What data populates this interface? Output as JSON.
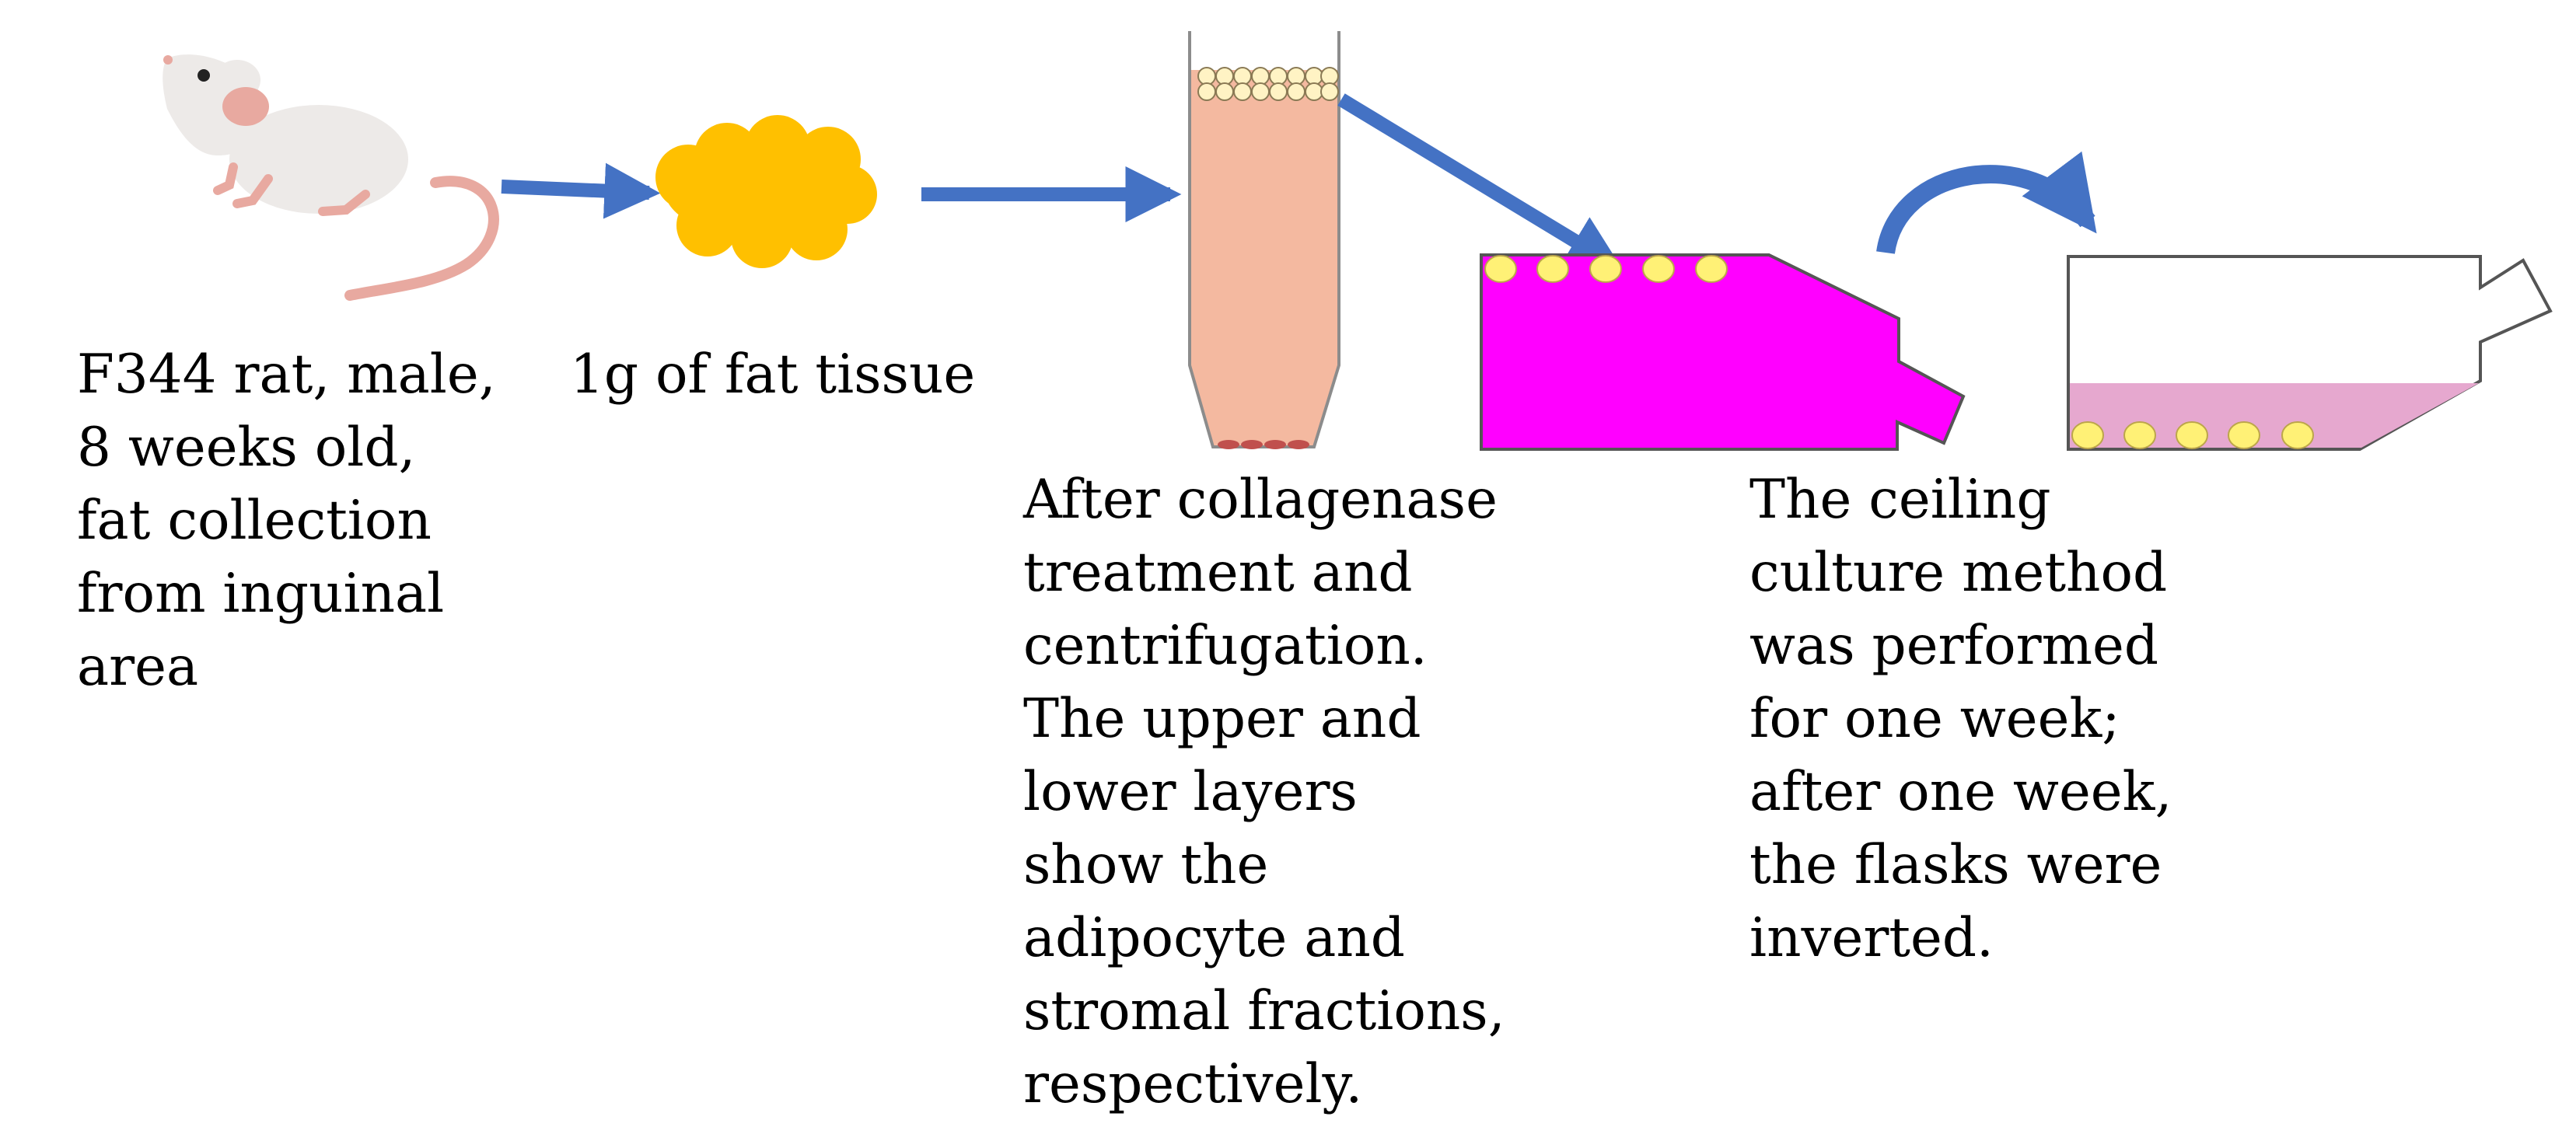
{
  "colors": {
    "arrow": "#4472C4",
    "fat_tissue": "#FFC000",
    "tube_fluid": "#F4B9A0",
    "adipocyte_cell": "#FFF3C4",
    "stromal_pellet": "#C0504D",
    "flask_medium_ceiling": "#FF00FF",
    "flask_medium_inverted": "#E6A8CF",
    "cell": "#FFF176",
    "rat_body": "#EDEAE8",
    "rat_pink": "#E8A9A0"
  },
  "steps": [
    {
      "id": "rat",
      "icon": "rat-icon",
      "caption_lines": [
        "F344 rat, male,",
        "8 weeks old,",
        "fat collection",
        "from inguinal",
        "area"
      ]
    },
    {
      "id": "fat",
      "icon": "fat-tissue-icon",
      "caption_lines": [
        "1g of fat tissue"
      ]
    },
    {
      "id": "centrifuge",
      "icon": "centrifuge-tube-icon",
      "caption_lines": [
        "After collagenase",
        "treatment and",
        "centrifugation.",
        "The upper and",
        "lower layers",
        "show the",
        "adipocyte and",
        "stromal fractions,",
        "respectively."
      ]
    },
    {
      "id": "ceiling",
      "icon": "culture-flask-icon",
      "caption_lines": [
        "The ceiling",
        "culture method",
        "was performed",
        "for one week;",
        "after one week,",
        "the flasks were",
        "inverted."
      ]
    }
  ]
}
